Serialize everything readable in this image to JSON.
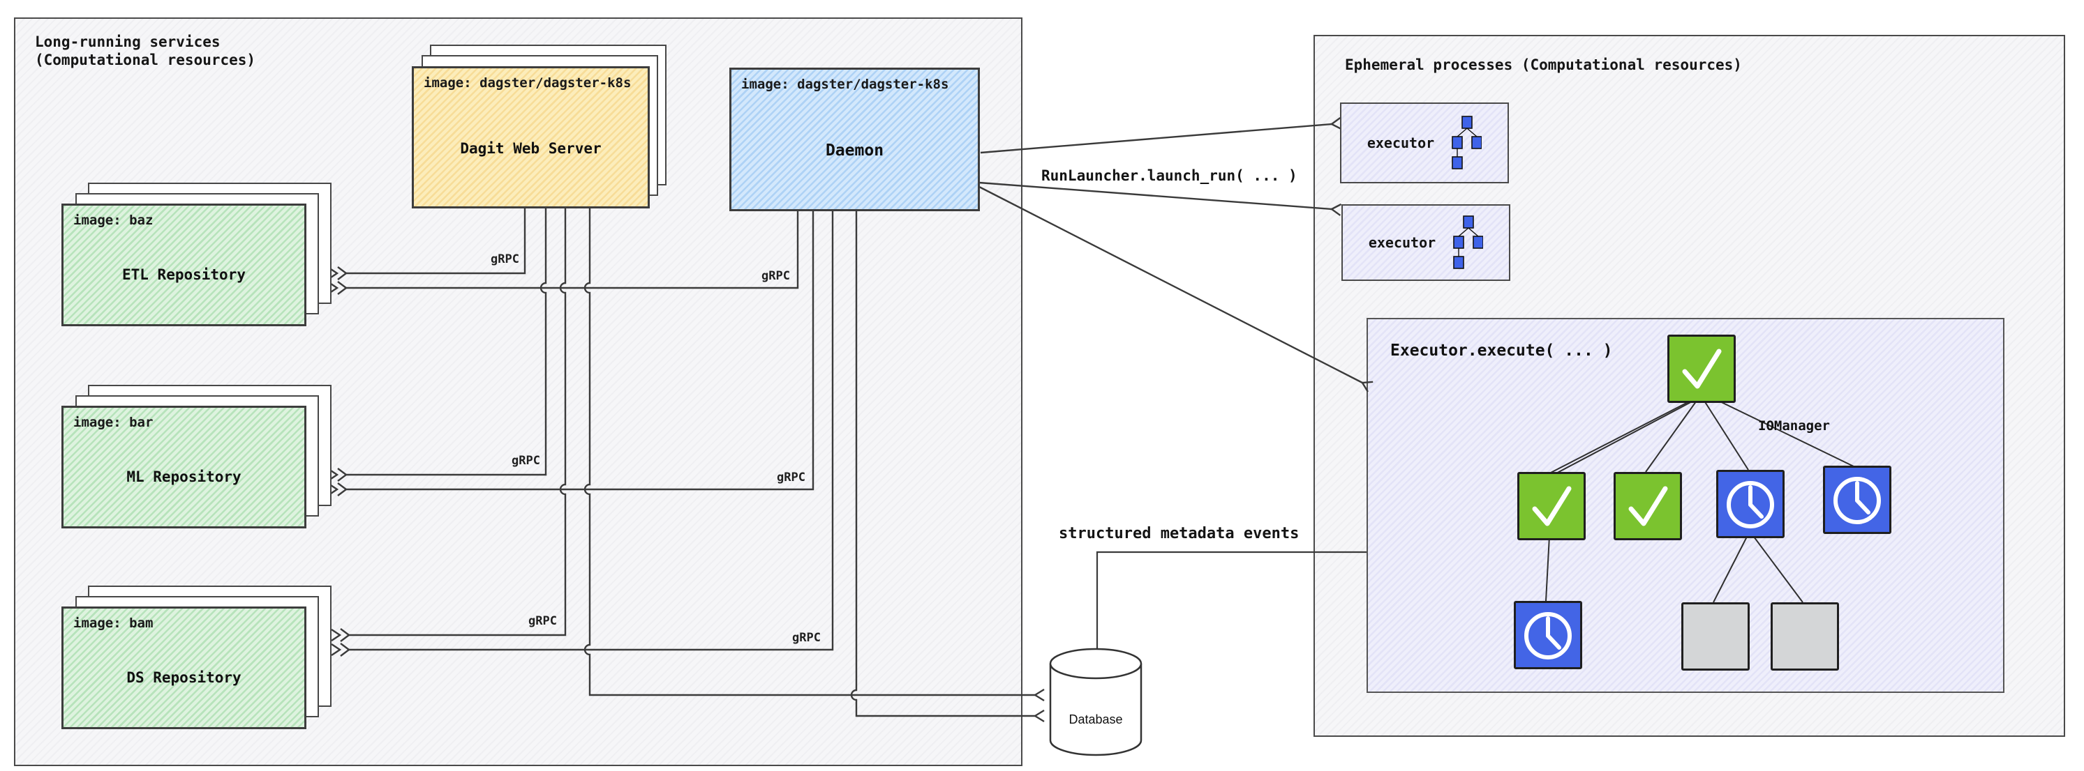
{
  "left_panel": {
    "title": "Long-running services\n(Computational resources)"
  },
  "right_panel": {
    "title": "Ephemeral processes (Computational resources)"
  },
  "dagit": {
    "image_label": "image: dagster/dagster-k8s",
    "name": "Dagit Web Server"
  },
  "daemon": {
    "image_label": "image: dagster/dagster-k8s",
    "name": "Daemon"
  },
  "repositories": [
    {
      "image_label": "image: baz",
      "name": "ETL Repository"
    },
    {
      "image_label": "image: bar",
      "name": "ML Repository"
    },
    {
      "image_label": "image: bam",
      "name": "DS Repository"
    }
  ],
  "labels": {
    "grpc": "gRPC",
    "run_launcher": "RunLauncher.launch_run( ... )",
    "metadata_events": "structured metadata events"
  },
  "executors": [
    {
      "label": "executor"
    },
    {
      "label": "executor"
    }
  ],
  "executor_execute": {
    "title": "Executor.execute( ... )",
    "iomanager_label": "IOManager",
    "dag_nodes": [
      {
        "id": "root",
        "status": "success"
      },
      {
        "id": "child-1",
        "status": "success"
      },
      {
        "id": "child-2",
        "status": "success"
      },
      {
        "id": "child-3",
        "status": "in-progress"
      },
      {
        "id": "child-4",
        "status": "in-progress"
      },
      {
        "id": "grandchild-1",
        "status": "in-progress"
      },
      {
        "id": "grandchild-2",
        "status": "queued"
      },
      {
        "id": "grandchild-3",
        "status": "queued"
      }
    ]
  },
  "database": {
    "label": "Database"
  },
  "colors": {
    "success_node": "#7bc32f",
    "in_progress_node": "#4365e6",
    "queued_node": "#d4d6d7",
    "dagit_box": "#fcedbb",
    "daemon_box": "#d3e8fc",
    "repository_box": "#def3df",
    "ephemeral_box": "#efeffb",
    "line": "#3a3a3a"
  }
}
